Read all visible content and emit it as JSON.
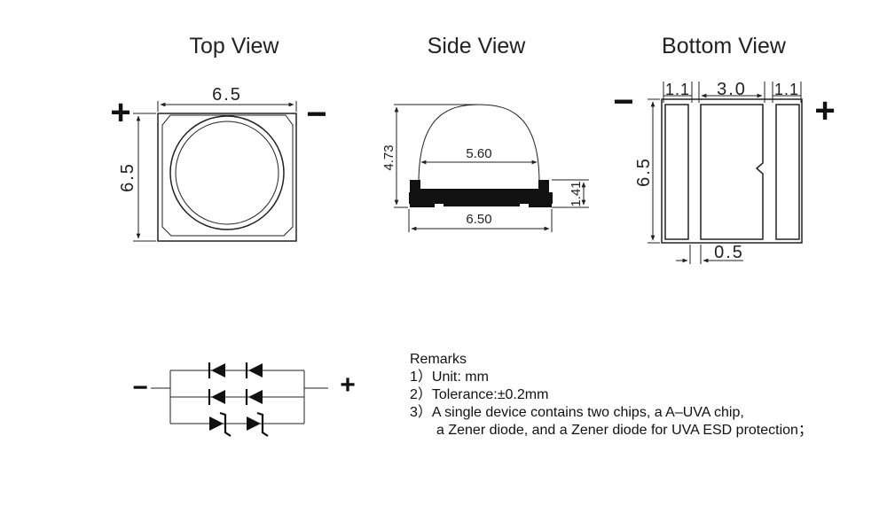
{
  "titles": {
    "top": "Top View",
    "side": "Side View",
    "bottom": "Bottom View"
  },
  "top_view": {
    "width": "6.5",
    "height": "6.5",
    "plus": "+",
    "minus": "−"
  },
  "side_view": {
    "height": "4.73",
    "lens_width": "5.60",
    "base_height": "1.41",
    "total_width": "6.50"
  },
  "bottom_view": {
    "pad_left": "1.1",
    "pad_center": "3.0",
    "pad_right": "1.1",
    "height": "6.5",
    "gap": "0.5",
    "minus": "−",
    "plus": "+"
  },
  "schematic": {
    "minus": "−",
    "plus": "+"
  },
  "remarks": {
    "heading": "Remarks",
    "items": [
      "1）Unit: mm",
      "2）Tolerance:±0.2mm",
      "3）A single device contains two chips, a A–UVA chip,",
      "a Zener diode, and a Zener diode for UVA ESD protection；"
    ]
  }
}
